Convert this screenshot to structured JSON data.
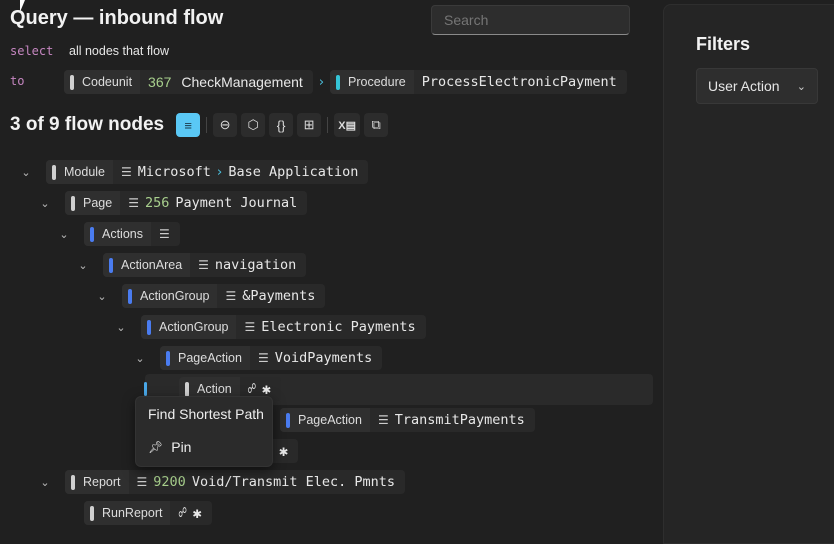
{
  "header": {
    "title": "Query — inbound flow",
    "search_placeholder": "Search"
  },
  "query": {
    "select_kw": "select",
    "select_text": "all nodes that flow",
    "to_kw": "to",
    "from": {
      "kind": "Codeunit",
      "number": "367",
      "name": "CheckManagement"
    },
    "target": {
      "kind": "Procedure",
      "name": "ProcessElectronicPayment"
    }
  },
  "results": {
    "count_label": "3 of 9 flow nodes"
  },
  "toolbar": [
    {
      "icon": "filter-icon",
      "active": true
    },
    {
      "icon": "collapse-icon"
    },
    {
      "icon": "package-icon"
    },
    {
      "icon": "braces-icon"
    },
    {
      "icon": "expand-icon"
    },
    {
      "icon": "excel-icon"
    },
    {
      "icon": "copy-icon"
    }
  ],
  "tree": [
    {
      "kind": "Module",
      "prefix": "Microsoft",
      "name": "Base Application",
      "color": "#d0d0d0"
    },
    {
      "kind": "Page",
      "number": "256",
      "name": "Payment Journal",
      "color": "#d0d0d0"
    },
    {
      "kind": "Actions",
      "name": "",
      "color": "#4a7cf0"
    },
    {
      "kind": "ActionArea",
      "name": "navigation",
      "color": "#4a7cf0"
    },
    {
      "kind": "ActionGroup",
      "name": "&Payments",
      "color": "#4a7cf0"
    },
    {
      "kind": "ActionGroup",
      "name": "Electronic Payments",
      "color": "#4a7cf0"
    },
    {
      "kind": "PageAction",
      "name": "VoidPayments",
      "color": "#4a7cf0"
    },
    {
      "kind": "Action",
      "name": "",
      "color": "#d0d0d0"
    },
    {
      "kind": "PageAction",
      "name": "TransmitPayments",
      "color": "#4a7cf0"
    },
    {
      "kind": "Report",
      "number": "9200",
      "name": "Void/Transmit Elec. Pmnts",
      "color": "#d0d0d0"
    },
    {
      "kind": "RunReport",
      "name": "",
      "color": "#d0d0d0"
    }
  ],
  "context_menu": {
    "items": [
      {
        "label": "Find Shortest Path"
      },
      {
        "label": "Pin",
        "icon": "pin-icon"
      }
    ]
  },
  "filters": {
    "title": "Filters",
    "dropdown_value": "User Action"
  }
}
